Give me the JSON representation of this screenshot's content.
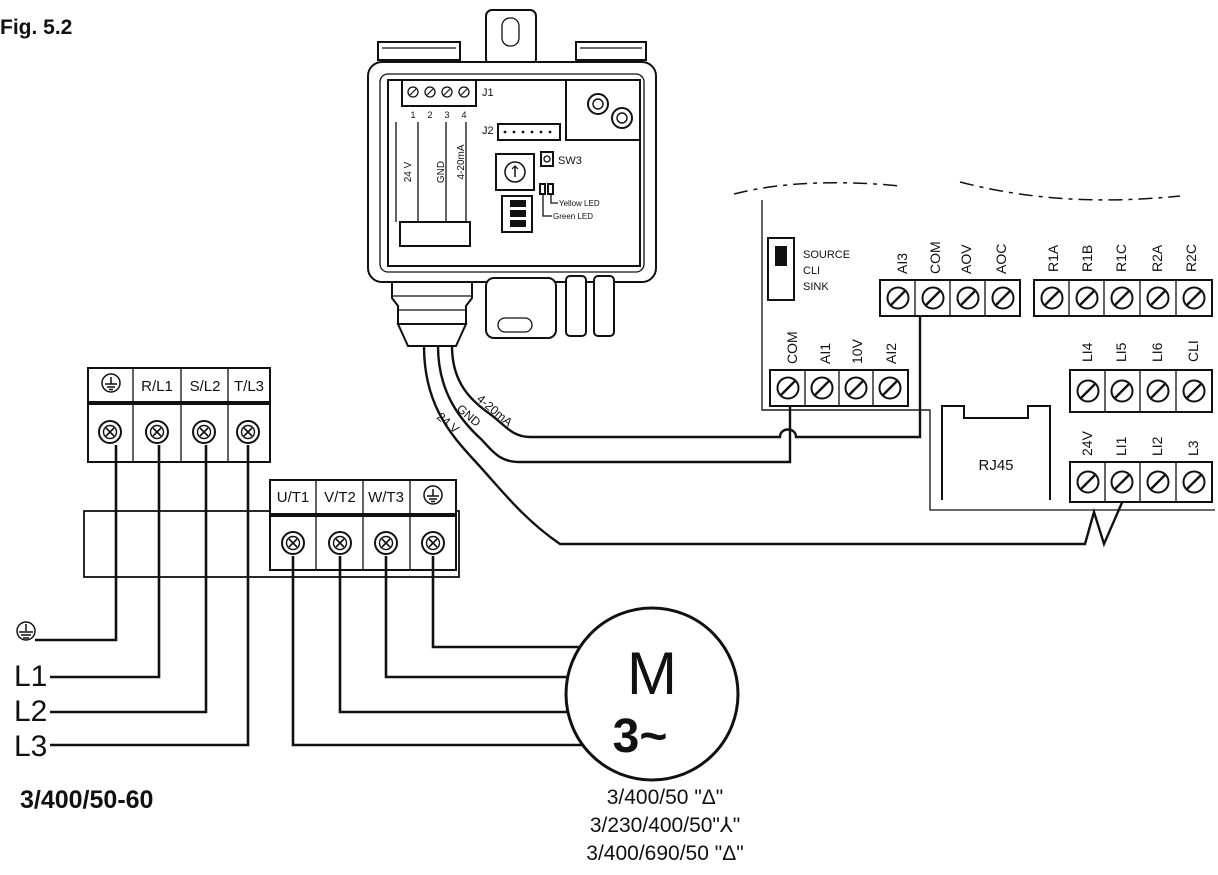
{
  "figure_label": "Fig. 5.2",
  "supply_rating": "3/400/50-60",
  "motor": {
    "letter": "M",
    "phase": "3~",
    "ratings": [
      "3/400/50 \"Δ\"",
      "3/230/400/50\"⅄\"",
      "3/400/690/50 \"Δ\""
    ]
  },
  "power_input_terminals": [
    "R/L1",
    "S/L2",
    "T/L3"
  ],
  "motor_output_terminals": [
    "U/T1",
    "V/T2",
    "W/T3"
  ],
  "supply_lines": [
    "L1",
    "L2",
    "L3"
  ],
  "sensor": {
    "j1_label": "J1",
    "j1_pins": [
      "1",
      "2",
      "3",
      "4"
    ],
    "j2_label": "J2",
    "sw3_label": "SW3",
    "yellow_led": "Yellow LED",
    "green_led": "Green LED",
    "pin_labels": [
      "24 V",
      "GND",
      "4-20mA"
    ]
  },
  "cable_labels": [
    "4-20mA",
    "GND",
    "24 V"
  ],
  "control": {
    "switch_labels": [
      "SOURCE",
      "CLI",
      "SINK"
    ],
    "block_a_top": [
      "AI3",
      "COM",
      "AOV",
      "AOC"
    ],
    "block_relays": [
      "R1A",
      "R1B",
      "R1C",
      "R2A",
      "R2C"
    ],
    "block_inputs_mid": [
      "COM",
      "AI1",
      "10V",
      "AI2"
    ],
    "block_logic_mid": [
      "LI4",
      "LI5",
      "LI6",
      "CLI"
    ],
    "block_logic_low": [
      "24V",
      "LI1",
      "LI2",
      "L3"
    ],
    "rj45": "RJ45"
  }
}
